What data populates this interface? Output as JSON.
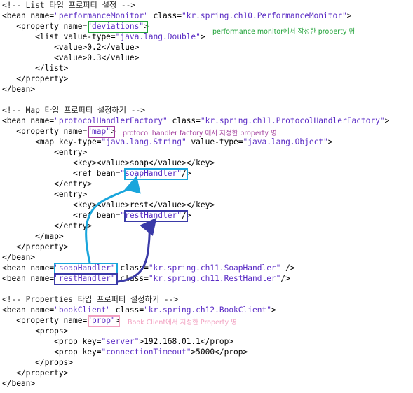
{
  "lines": [
    [
      {
        "t": "<!-- List 타입 프로퍼티 설정 -->",
        "c": "cm"
      }
    ],
    [
      {
        "t": "<bean name=",
        "c": "tag"
      },
      {
        "t": "\"performanceMonitor\"",
        "c": "str"
      },
      {
        "t": " class=",
        "c": "tag"
      },
      {
        "t": "\"kr.spring.ch10.PerformanceMonitor\"",
        "c": "str"
      },
      {
        "t": ">",
        "c": "tag"
      }
    ],
    [
      {
        "t": "   <property name=",
        "c": "tag"
      },
      {
        "t": "\"deviations\"",
        "c": "str"
      },
      {
        "t": ">",
        "c": "tag"
      }
    ],
    [
      {
        "t": "       <list value-type=",
        "c": "tag"
      },
      {
        "t": "\"java.lang.Double\"",
        "c": "str"
      },
      {
        "t": ">",
        "c": "tag"
      }
    ],
    [
      {
        "t": "           <value>0.2</value>",
        "c": "tag"
      }
    ],
    [
      {
        "t": "           <value>0.3</value>",
        "c": "tag"
      }
    ],
    [
      {
        "t": "       </list>",
        "c": "tag"
      }
    ],
    [
      {
        "t": "   </property>",
        "c": "tag"
      }
    ],
    [
      {
        "t": "</bean>",
        "c": "tag"
      }
    ],
    [
      {
        "t": "",
        "c": "tag"
      }
    ],
    [
      {
        "t": "<!-- Map 타입 프로퍼티 설정하기 -->",
        "c": "cm"
      }
    ],
    [
      {
        "t": "<bean name=",
        "c": "tag"
      },
      {
        "t": "\"protocolHandlerFactory\"",
        "c": "str"
      },
      {
        "t": " class=",
        "c": "tag"
      },
      {
        "t": "\"kr.spring.ch11.ProtocolHandlerFactory\"",
        "c": "str"
      },
      {
        "t": ">",
        "c": "tag"
      }
    ],
    [
      {
        "t": "   <property name=",
        "c": "tag"
      },
      {
        "t": "\"map\"",
        "c": "str"
      },
      {
        "t": ">",
        "c": "tag"
      }
    ],
    [
      {
        "t": "       <map key-type=",
        "c": "tag"
      },
      {
        "t": "\"java.lang.String\"",
        "c": "str"
      },
      {
        "t": " value-type=",
        "c": "tag"
      },
      {
        "t": "\"java.lang.Object\"",
        "c": "str"
      },
      {
        "t": ">",
        "c": "tag"
      }
    ],
    [
      {
        "t": "           <entry>",
        "c": "tag"
      }
    ],
    [
      {
        "t": "               <key><value>soap</value></key>",
        "c": "tag"
      }
    ],
    [
      {
        "t": "               <ref bean=",
        "c": "tag"
      },
      {
        "t": "\"soapHandler\"",
        "c": "str"
      },
      {
        "t": "/>",
        "c": "tag"
      }
    ],
    [
      {
        "t": "           </entry>",
        "c": "tag"
      }
    ],
    [
      {
        "t": "           <entry>",
        "c": "tag"
      }
    ],
    [
      {
        "t": "               <key><value>rest</value></key>",
        "c": "tag"
      }
    ],
    [
      {
        "t": "               <ref bean=",
        "c": "tag"
      },
      {
        "t": "\"restHandler\"",
        "c": "str"
      },
      {
        "t": "/>",
        "c": "tag"
      }
    ],
    [
      {
        "t": "           </entry>",
        "c": "tag"
      }
    ],
    [
      {
        "t": "       </map>",
        "c": "tag"
      }
    ],
    [
      {
        "t": "   </property>",
        "c": "tag"
      }
    ],
    [
      {
        "t": "</bean>",
        "c": "tag"
      }
    ],
    [
      {
        "t": "<bean name=",
        "c": "tag"
      },
      {
        "t": "\"soapHandler\"",
        "c": "str"
      },
      {
        "t": " class=",
        "c": "tag"
      },
      {
        "t": "\"kr.spring.ch11.SoapHandler\"",
        "c": "str"
      },
      {
        "t": " />",
        "c": "tag"
      }
    ],
    [
      {
        "t": "<bean name=",
        "c": "tag"
      },
      {
        "t": "\"restHandler\"",
        "c": "str"
      },
      {
        "t": " class=",
        "c": "tag"
      },
      {
        "t": "\"kr.spring.ch11.RestHandler\"",
        "c": "str"
      },
      {
        "t": "/>",
        "c": "tag"
      }
    ],
    [
      {
        "t": "",
        "c": "tag"
      }
    ],
    [
      {
        "t": "<!-- Properties 타입 프로퍼티 설정하기 -->",
        "c": "cm"
      }
    ],
    [
      {
        "t": "<bean name=",
        "c": "tag"
      },
      {
        "t": "\"bookClient\"",
        "c": "str"
      },
      {
        "t": " class=",
        "c": "tag"
      },
      {
        "t": "\"kr.spring.ch12.BookClient\"",
        "c": "str"
      },
      {
        "t": ">",
        "c": "tag"
      }
    ],
    [
      {
        "t": "   <property name=",
        "c": "tag"
      },
      {
        "t": "\"prop\"",
        "c": "str"
      },
      {
        "t": ">",
        "c": "tag"
      }
    ],
    [
      {
        "t": "       <props>",
        "c": "tag"
      }
    ],
    [
      {
        "t": "           <prop key=",
        "c": "tag"
      },
      {
        "t": "\"server\"",
        "c": "str"
      },
      {
        "t": ">192.168.01.1</prop>",
        "c": "tag"
      }
    ],
    [
      {
        "t": "           <prop key=",
        "c": "tag"
      },
      {
        "t": "\"connectionTimeout\"",
        "c": "str"
      },
      {
        "t": ">5000</prop>",
        "c": "tag"
      }
    ],
    [
      {
        "t": "       </props>",
        "c": "tag"
      }
    ],
    [
      {
        "t": "   </property>",
        "c": "tag"
      }
    ],
    [
      {
        "t": "</bean>",
        "c": "tag"
      }
    ]
  ],
  "annotations": {
    "performance": "performance monitor에서 작성한 property 명",
    "protocol": "protocol handler factory 에서 지정한 property 명",
    "book": "Book Client에서 지정한 Property 명"
  },
  "colors": {
    "green": "#22a33a",
    "purple": "#a13c9b",
    "cyan": "#1aa6dc",
    "navy": "#3a3aa8",
    "pink": "#f2a0c0"
  }
}
